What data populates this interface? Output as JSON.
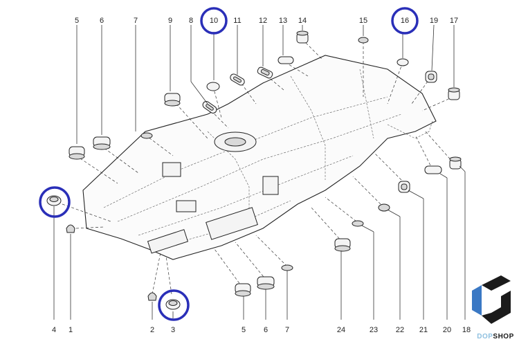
{
  "diagram": {
    "callouts_top": [
      "5",
      "6",
      "7",
      "9",
      "8",
      "10",
      "11",
      "12",
      "13",
      "14",
      "15",
      "16",
      "19",
      "17"
    ],
    "callouts_bottom": [
      "4",
      "1",
      "2",
      "3",
      "5",
      "6",
      "7",
      "24",
      "23",
      "22",
      "21",
      "20",
      "18"
    ],
    "highlighted": [
      "10",
      "16",
      "4",
      "3"
    ]
  },
  "brand": {
    "prefix": "DOP",
    "suffix": "SHOP",
    "prefix_color": "#8fc0e0",
    "suffix_color": "#1a1a1a"
  },
  "colors": {
    "highlight": "#2a2fb8",
    "logo_blue": "#3a78c4",
    "logo_dark": "#1b1b1b"
  }
}
